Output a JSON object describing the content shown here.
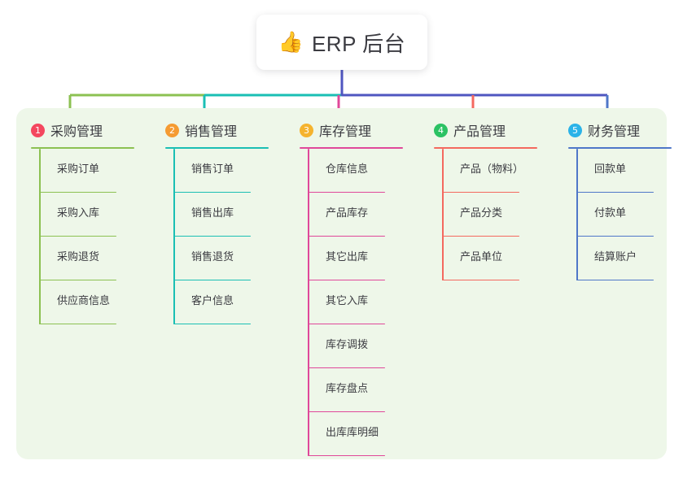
{
  "root": {
    "icon": "thumbs-up-emoji",
    "emoji": "👍",
    "title": "ERP 后台"
  },
  "theme": {
    "panel_bg": "#eef7e9",
    "page_bg": "#ffffff",
    "trunk_color": "#4f56c0",
    "text_color": "#3c3c42"
  },
  "columns": [
    {
      "index": "1",
      "badge_color": "#f4475f",
      "line_color": "#8cc152",
      "title": "采购管理",
      "leaves": [
        {
          "label": "采购订单"
        },
        {
          "label": "采购入库"
        },
        {
          "label": "采购退货"
        },
        {
          "label": "供应商信息"
        }
      ]
    },
    {
      "index": "2",
      "badge_color": "#f59b32",
      "line_color": "#1abfb4",
      "title": "销售管理",
      "leaves": [
        {
          "label": "销售订单"
        },
        {
          "label": "销售出库"
        },
        {
          "label": "销售退货"
        },
        {
          "label": "客户信息"
        }
      ]
    },
    {
      "index": "3",
      "badge_color": "#f5b32e",
      "line_color": "#e0489a",
      "title": "库存管理",
      "leaves": [
        {
          "label": "仓库信息"
        },
        {
          "label": "产品库存"
        },
        {
          "label": "其它出库"
        },
        {
          "label": "其它入库"
        },
        {
          "label": "库存调拨"
        },
        {
          "label": "库存盘点"
        },
        {
          "label": "出库库明细"
        }
      ]
    },
    {
      "index": "4",
      "badge_color": "#2bc263",
      "line_color": "#f4695f",
      "title": "产品管理",
      "leaves": [
        {
          "label": "产品（物料）"
        },
        {
          "label": "产品分类"
        },
        {
          "label": "产品单位"
        }
      ]
    },
    {
      "index": "5",
      "badge_color": "#2bb3e8",
      "line_color": "#4f77c8",
      "title": "财务管理",
      "leaves": [
        {
          "label": "回款单"
        },
        {
          "label": "付款单"
        },
        {
          "label": "结算账户"
        }
      ]
    }
  ]
}
